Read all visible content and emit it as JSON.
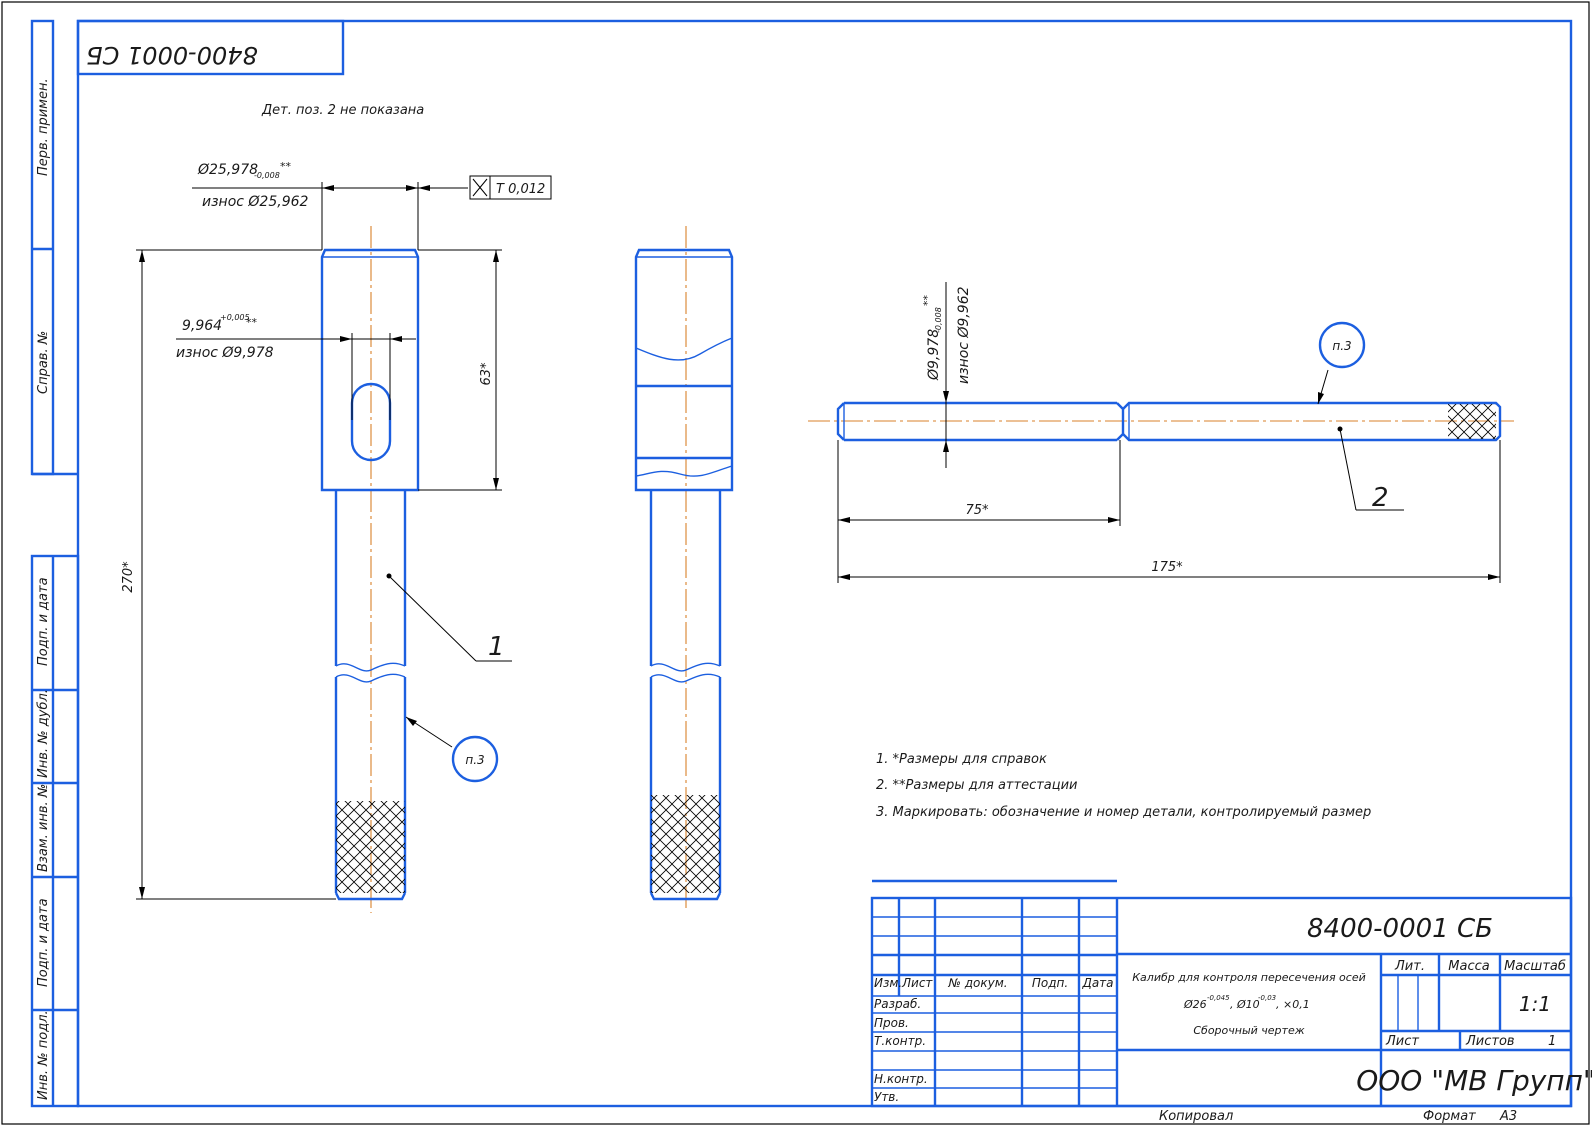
{
  "drawing": {
    "designation": "8400-0001 СБ",
    "stamp_top_left": "8400-0001 СБ",
    "note_not_shown": "Дет. поз. 2 не показана",
    "notes": [
      "1. *Размеры для справок",
      "2. **Размеры для аттестации",
      "3. Маркировать: обозначение и номер детали, контролируемый размер"
    ],
    "left_strip": {
      "perv_primen": "Перв. примен.",
      "sprav_no": "Справ. №",
      "podp_data_1": "Подп. и дата",
      "inv_dubl": "Инв. № дубл.",
      "vzam_inv": "Взам. инв. №",
      "podp_data_2": "Подп. и дата",
      "inv_podl": "Инв. № подл."
    }
  },
  "view1": {
    "dia_outer": "Ø25,978",
    "dia_outer_tol": "-0,008",
    "dia_outer_mark": "**",
    "wear_outer": "износ Ø25,962",
    "tolerance_frame": "Т 0,012",
    "slot_width": "9,964",
    "slot_tol": "+0,005",
    "slot_mark": "**",
    "wear_slot": "износ Ø9,978",
    "length_head": "63*",
    "length_total": "270*",
    "pos": "1",
    "callout": "п.3"
  },
  "view3": {
    "dia_pin": "Ø9,978",
    "dia_pin_tol": "-0,008",
    "dia_pin_mark": "**",
    "wear_pin": "износ Ø9,962",
    "len_75": "75*",
    "len_175": "175*",
    "pos": "2",
    "callout": "п.3"
  },
  "title_block": {
    "designation": "8400-0001 СБ",
    "name_line1": "Калибр для контроля пересечения  осей",
    "name_line2": "Ø26",
    "name_line2_sup": "-0,045",
    "name_line2_b": ", Ø10",
    "name_line2_sup_b": "-0,03",
    "name_line2_c": ", ⨯0,1",
    "name_line3": "Сборочный чертеж",
    "col_izm": "Изм.",
    "col_list": "Лист",
    "col_docum": "№ докум.",
    "col_podp": "Подп.",
    "col_data": "Дата",
    "razrab": "Разраб.",
    "prov": "Пров.",
    "tkontr": "Т.контр.",
    "nkontr": "Н.контр.",
    "utv": "Утв.",
    "lit": "Лит.",
    "massa": "Масса",
    "masshtab": "Масштаб",
    "scale": "1:1",
    "list_label": "Лист",
    "listov_label": "Листов",
    "listov_value": "1",
    "company": "ООО \"МВ Групп\""
  },
  "footer": {
    "kopiroval": "Копировал",
    "format_label": "Формат",
    "format_value": "А3"
  }
}
